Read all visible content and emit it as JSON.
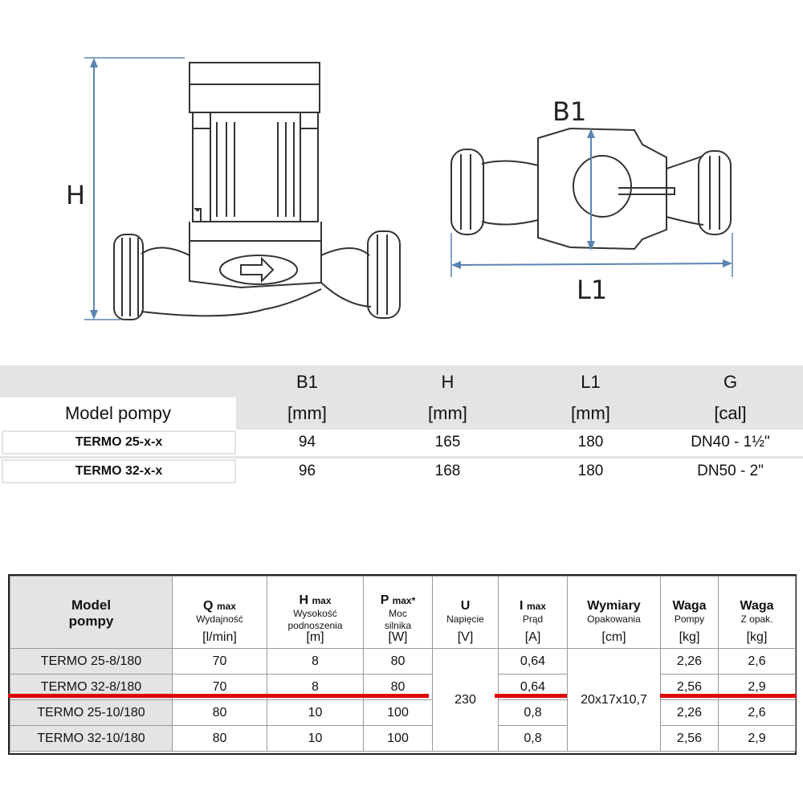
{
  "drawings": {
    "side_view": {
      "height_letter": "H"
    },
    "top_view": {
      "width_letter": "B1",
      "length_letter": "L1"
    },
    "accent_color": "#5b84b1"
  },
  "dimension_table": {
    "model_label": "Model pompy",
    "columns": [
      {
        "symbol": "B1",
        "unit": "[mm]"
      },
      {
        "symbol": "H",
        "unit": "[mm]"
      },
      {
        "symbol": "L1",
        "unit": "[mm]"
      },
      {
        "symbol": "G",
        "unit": "[cal]"
      }
    ],
    "rows": [
      {
        "model": "TERMO 25-x-x",
        "values": [
          "94",
          "165",
          "180",
          "DN40 - 1½\""
        ]
      },
      {
        "model": "TERMO 32-x-x",
        "values": [
          "96",
          "168",
          "180",
          "DN50 - 2\""
        ]
      }
    ]
  },
  "spec_table": {
    "model_head_line1": "Model",
    "model_head_line2": "pompy",
    "columns": [
      {
        "main": "Q",
        "sub_main": "max",
        "desc1": "Wydajność",
        "desc2": "",
        "unit": "[l/min]"
      },
      {
        "main": "H",
        "sub_main": "max",
        "desc1": "Wysokość",
        "desc2": "podnoszenia",
        "unit": "[m]"
      },
      {
        "main": "P",
        "sub_main": "max*",
        "desc1": "Moc",
        "desc2": "silnika",
        "unit": "[W]"
      },
      {
        "main": "U",
        "sub_main": "",
        "desc1": "Napięcie",
        "desc2": "",
        "unit": "[V]"
      },
      {
        "main": "I",
        "sub_main": "max",
        "desc1": "Prąd",
        "desc2": "",
        "unit": "[A]"
      },
      {
        "main": "Wymiary",
        "sub_main": "",
        "desc1": "Opakowania",
        "desc2": "",
        "unit": "[cm]"
      },
      {
        "main": "Waga",
        "sub_main": "",
        "desc1": "Pompy",
        "desc2": "",
        "unit": "[kg]"
      },
      {
        "main": "Waga",
        "sub_main": "",
        "desc1": "Z opak.",
        "desc2": "",
        "unit": "[kg]"
      }
    ],
    "rows": [
      {
        "model": "TERMO 25-8/180",
        "q": "70",
        "h": "8",
        "p": "80",
        "i": "0,64",
        "waga": "2,26",
        "waga_opak": "2,6"
      },
      {
        "model": "TERMO 32-8/180",
        "q": "70",
        "h": "8",
        "p": "80",
        "i": "0,64",
        "waga": "2,56",
        "waga_opak": "2,9"
      },
      {
        "model": "TERMO 25-10/180",
        "q": "80",
        "h": "10",
        "p": "100",
        "i": "0,8",
        "waga": "2,26",
        "waga_opak": "2,6"
      },
      {
        "model": "TERMO 32-10/180",
        "q": "80",
        "h": "10",
        "p": "100",
        "i": "0,8",
        "waga": "2,56",
        "waga_opak": "2,9"
      }
    ],
    "voltage": "230",
    "packaging": "20x17x10,7",
    "highlight_color": "#e00000"
  }
}
